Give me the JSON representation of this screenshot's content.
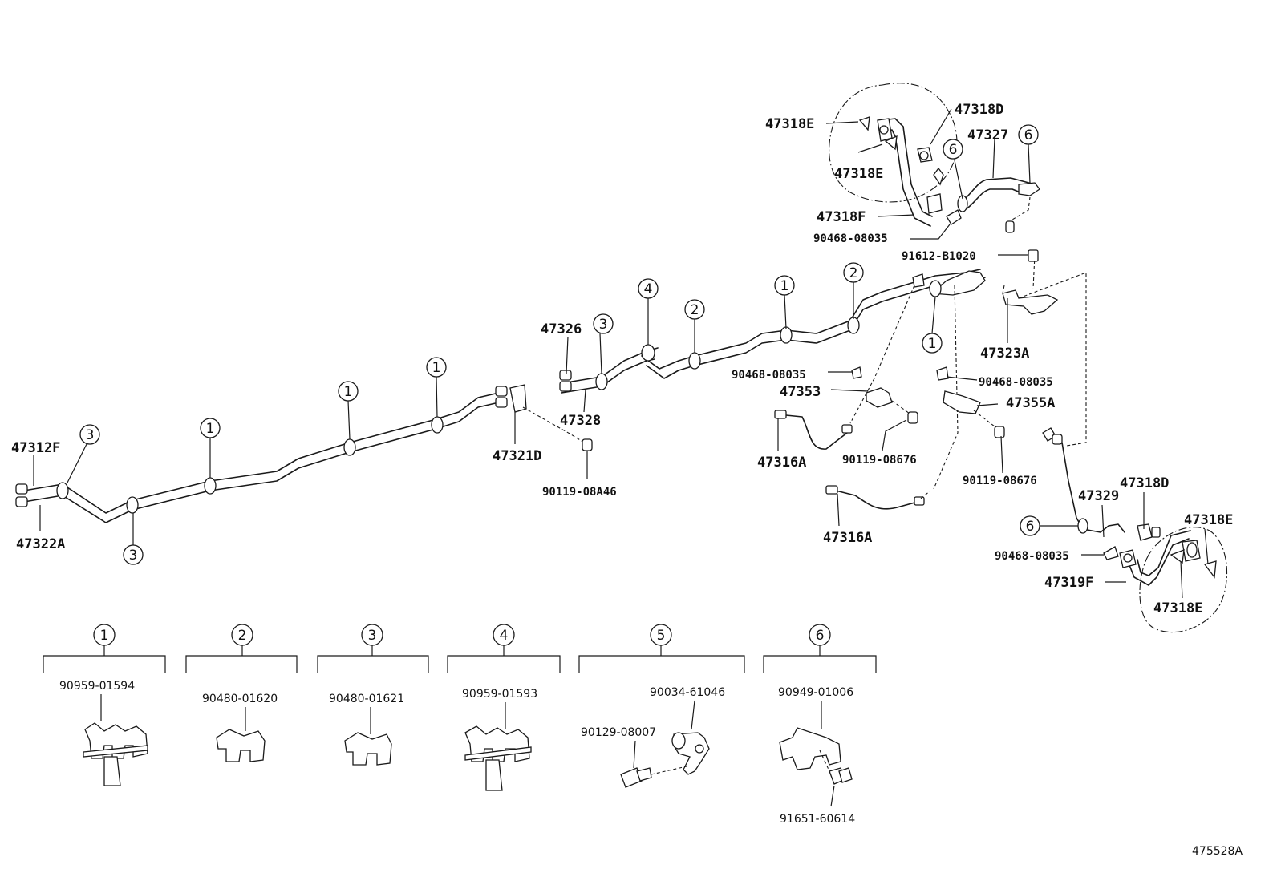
{
  "labels": {
    "p47318E_top": "47318E",
    "p47318D_top": "47318D",
    "p47327": "47327",
    "p47318E_mid": "47318E",
    "p47318F": "47318F",
    "p90468_top": "90468-08035",
    "p91612": "91612-B1020",
    "p47323A": "47323A",
    "p47326": "47326",
    "p47328": "47328",
    "p47321D": "47321D",
    "p90119_A46": "90119-08A46",
    "p47312F": "47312F",
    "p47322A": "47322A",
    "p90468_mid": "90468-08035",
    "p47353": "47353",
    "p90468_right": "90468-08035",
    "p47355A": "47355A",
    "p47316A_1": "47316A",
    "p90119_676a": "90119-08676",
    "p90119_676b": "90119-08676",
    "p47316A_2": "47316A",
    "p47329": "47329",
    "p47318D_low": "47318D",
    "p47318E_low1": "47318E",
    "p90468_low": "90468-08035",
    "p47319F": "47319F",
    "p47318E_low2": "47318E"
  },
  "callouts": {
    "c6_a": "6",
    "c6_b": "6",
    "c6_c": "6",
    "c1_a": "1",
    "c1_b": "1",
    "c1_c": "1",
    "c1_d": "1",
    "c1_e": "1",
    "c2_a": "2",
    "c2_b": "2",
    "c3_a": "3",
    "c3_b": "3",
    "c3_c": "3",
    "c4_a": "4"
  },
  "clip_groups": [
    {
      "number": "1",
      "part": "90959-01594"
    },
    {
      "number": "2",
      "part": "90480-01620"
    },
    {
      "number": "3",
      "part": "90480-01621"
    },
    {
      "number": "4",
      "part": "90959-01593"
    },
    {
      "number": "5",
      "part": "90034-61046",
      "extra": "90129-08007"
    },
    {
      "number": "6",
      "part": "90949-01006",
      "extra": "91651-60614"
    }
  ],
  "figure_code": "475528A"
}
